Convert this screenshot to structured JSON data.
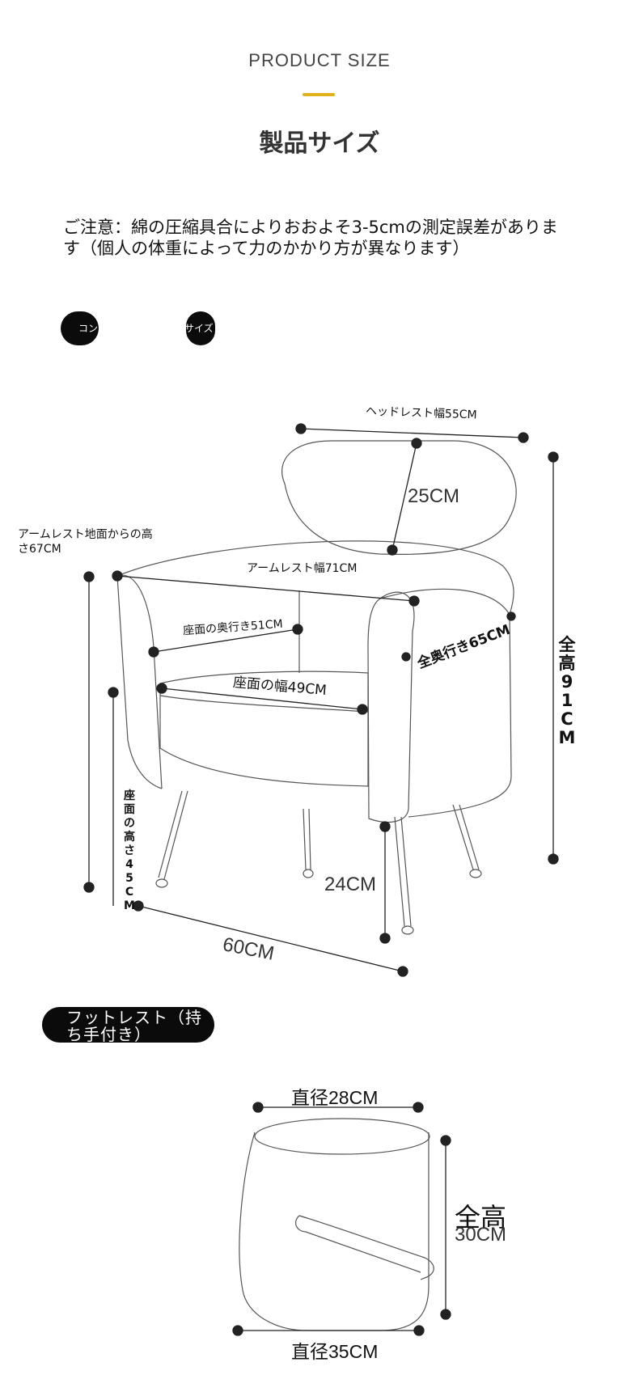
{
  "header": {
    "subtitle": "PRODUCT SIZE",
    "title": "製品サイズ",
    "accent_color": "#e0b21b"
  },
  "notice": "ご注意：綿の圧縮具合によりおおよそ3-5cmの測定誤差があります（個人の体重によって力のかかり方が異なります）",
  "tabs": [
    "コン",
    "サイズ"
  ],
  "chair": {
    "headrest_width": "ヘッドレスト幅55CM",
    "headrest_height": "25CM",
    "armrest_height": "アームレスト地面からの高さ67CM",
    "armrest_width": "アームレスト幅71CM",
    "seat_depth": "座面の奥行き51CM",
    "total_depth": "全奥行き65CM",
    "seat_width": "座面の幅49CM",
    "total_height": [
      "全",
      "高",
      "9",
      "1",
      "C",
      "M"
    ],
    "seat_height": [
      "座",
      "面",
      "の",
      "高",
      "さ",
      "4",
      "5",
      "C",
      "M"
    ],
    "leg_height": "24CM",
    "depth": "60CM"
  },
  "footrest": {
    "label": "フットレスト（持ち手付き）",
    "top_diameter": "直径28CM",
    "height_label": "全高",
    "height_value": "30CM",
    "bottom_diameter": "直径35CM"
  }
}
